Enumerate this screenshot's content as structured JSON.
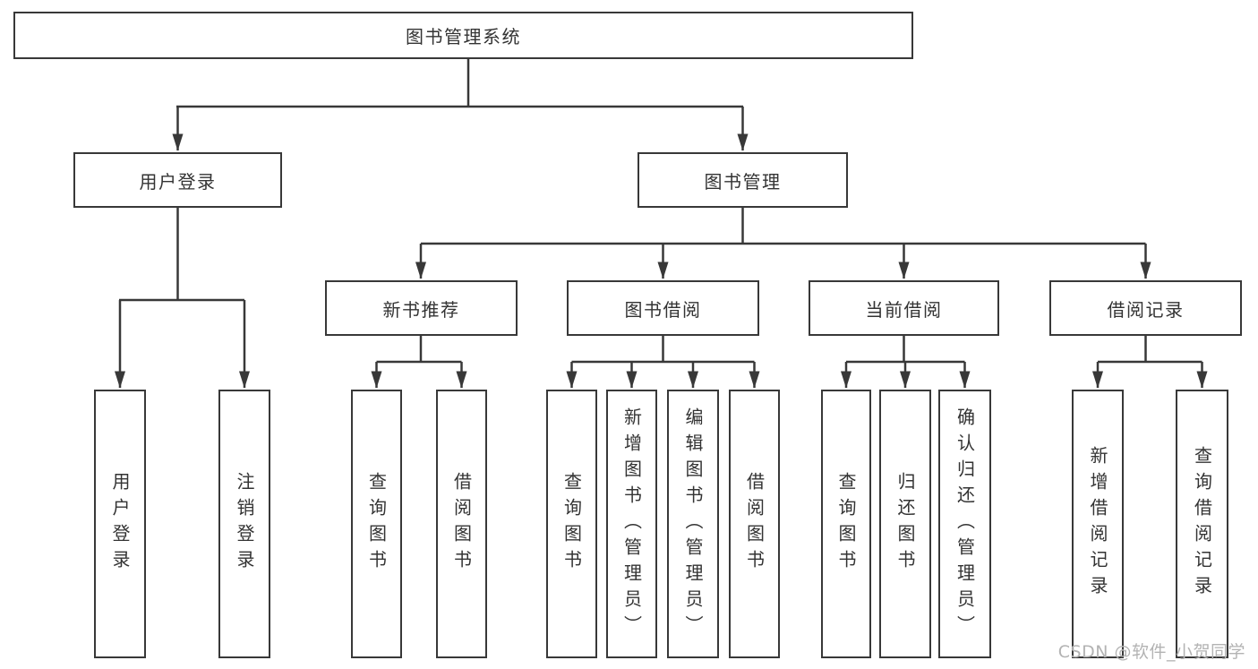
{
  "diagram": {
    "root": {
      "label": "图书管理系统"
    },
    "branches": [
      {
        "label": "用户登录",
        "children": [
          {
            "label": "用户登录"
          },
          {
            "label": "注销登录"
          }
        ]
      },
      {
        "label": "图书管理",
        "children": [
          {
            "label": "新书推荐",
            "children": [
              {
                "label": "查询图书"
              },
              {
                "label": "借阅图书"
              }
            ]
          },
          {
            "label": "图书借阅",
            "children": [
              {
                "label": "查询图书"
              },
              {
                "label": "新增图书（管理员）"
              },
              {
                "label": "编辑图书（管理员）"
              },
              {
                "label": "借阅图书"
              }
            ]
          },
          {
            "label": "当前借阅",
            "children": [
              {
                "label": "查询图书"
              },
              {
                "label": "归还图书"
              },
              {
                "label": "确认归还（管理员）"
              }
            ]
          },
          {
            "label": "借阅记录",
            "children": [
              {
                "label": "新增借阅记录"
              },
              {
                "label": "查询借阅记录"
              }
            ]
          }
        ]
      }
    ]
  },
  "watermark": {
    "text": "CSDN @软件_小贺同学"
  },
  "colors": {
    "line": "#383838",
    "box_border": "#383838",
    "text": "#333333",
    "background": "#ffffff",
    "watermark": "#b3b3b3"
  }
}
